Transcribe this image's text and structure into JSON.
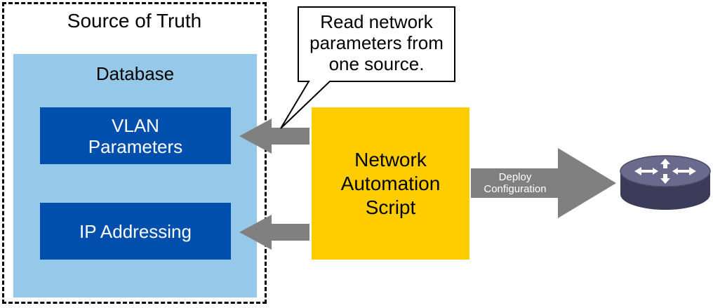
{
  "source_of_truth": {
    "title": "Source of Truth"
  },
  "database": {
    "title": "Database",
    "items": [
      {
        "label": "VLAN Parameters"
      },
      {
        "label": "IP Addressing"
      }
    ]
  },
  "script": {
    "label": "Network Automation Script"
  },
  "callout": {
    "text": "Read network parameters from one source."
  },
  "deploy_arrow": {
    "label": "Deploy Configuration"
  },
  "colors": {
    "database_bg": "#96c9e9",
    "parameter_box": "#004fad",
    "script_box": "#ffcc00",
    "arrow": "#808080",
    "router_body": "#3c3c5a"
  },
  "icons": {
    "router": "router-icon"
  }
}
